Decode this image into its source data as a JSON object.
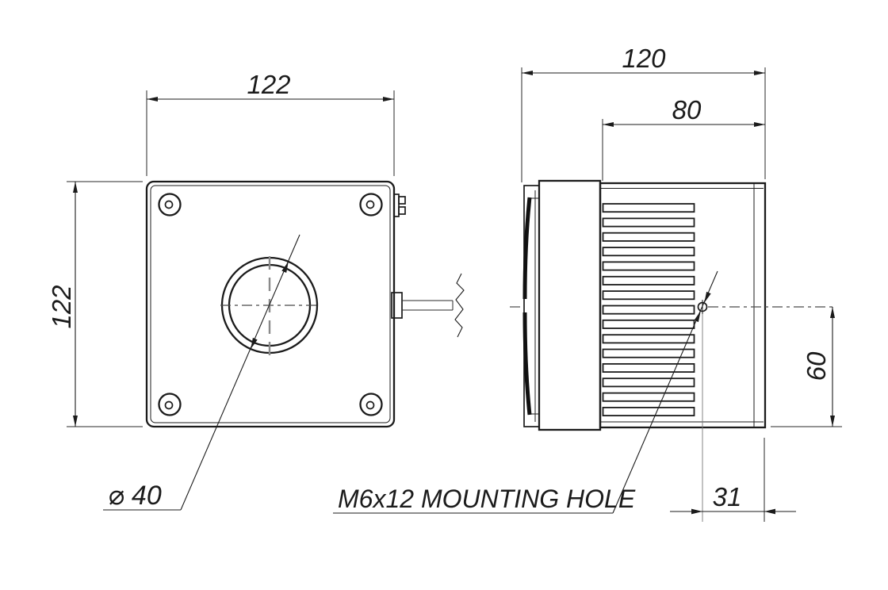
{
  "drawing": {
    "type": "engineering-drawing",
    "background_color": "#ffffff",
    "line_color": "#1b1b1b",
    "centerline_color": "#8a8a8a",
    "front_view": {
      "name": "front view of enclosure",
      "width_dim": "122",
      "height_dim": "122",
      "center_hole_dim": "⌀ 40"
    },
    "side_view": {
      "name": "side view of enclosure with heatsink fins",
      "overall_width_dim": "120",
      "heatsink_width_dim": "80",
      "hole_height_dim": "60",
      "hole_offset_dim": "31",
      "mounting_hole_note": "M6x12 MOUNTING HOLE"
    }
  }
}
